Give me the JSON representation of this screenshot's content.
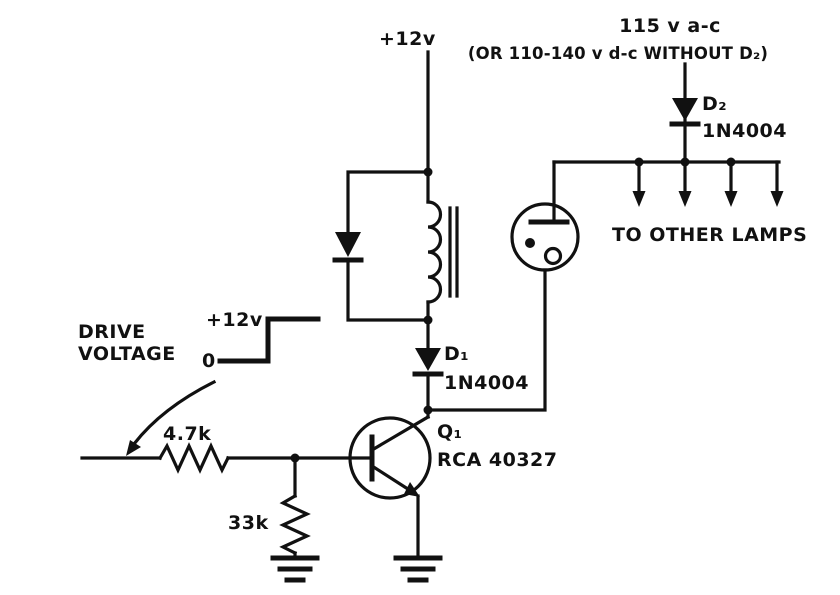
{
  "diagram": {
    "kind": "circuit-schematic",
    "colors": {
      "ink": "#111111",
      "paper": "#ffffff"
    },
    "supply": {
      "v12_label": "+12v",
      "ac_label": "115 v a-c",
      "ac_note": "(OR 110-140 v d-c WITHOUT D₂)"
    },
    "components": {
      "d2_ref": "D₂",
      "d2_part": "1N4004",
      "d1_ref": "D₁",
      "d1_part": "1N4004",
      "q1_ref": "Q₁",
      "q1_part": "RCA 40327",
      "r_base_value": "4.7k",
      "r_pulldown_value": "33k"
    },
    "labels": {
      "to_other_lamps": "TO OTHER LAMPS",
      "drive_line1": "DRIVE",
      "drive_line2": "VOLTAGE",
      "drive_high": "+12v",
      "drive_low": "0"
    }
  }
}
